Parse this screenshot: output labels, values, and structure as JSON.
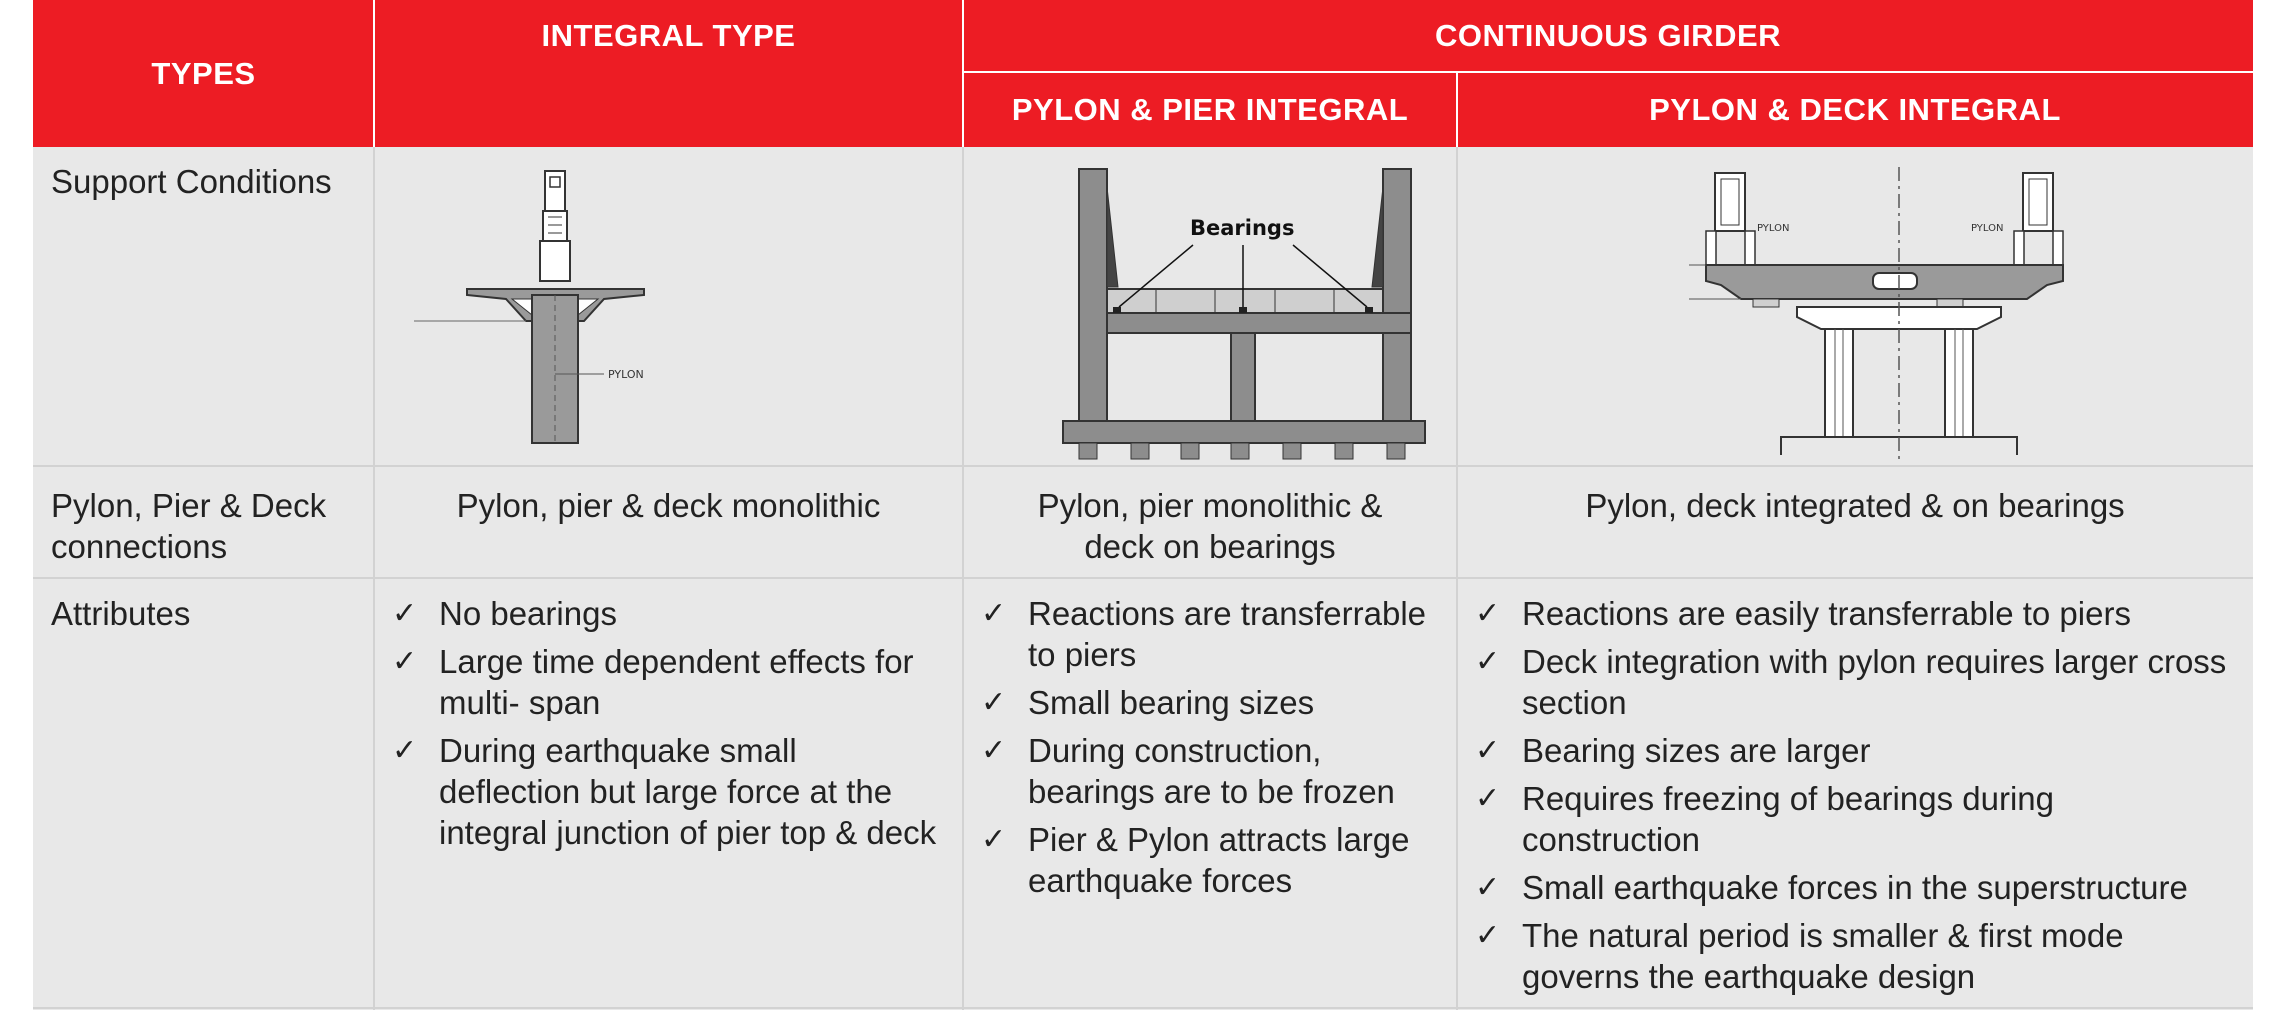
{
  "header": {
    "types": "TYPES",
    "integral_type": "INTEGRAL TYPE",
    "continuous_girder": "CONTINUOUS GIRDER",
    "pylon_pier_integral": "PYLON & PIER INTEGRAL",
    "pylon_deck_integral": "PYLON & DECK INTEGRAL"
  },
  "rows": {
    "support": {
      "label": "Support Conditions",
      "diagram_integral": {
        "pylon_label": "PYLON"
      },
      "diagram_pier": {
        "bearings_label": "Bearings"
      },
      "diagram_deck": {
        "pylon_label_left": "PYLON",
        "pylon_label_right": "PYLON"
      }
    },
    "connections": {
      "label": "Pylon, Pier & Deck connections",
      "integral": "Pylon, pier & deck monolithic",
      "pier_integral": "Pylon, pier monolithic & deck on bearings",
      "deck_integral": "Pylon, deck integrated & on bearings"
    },
    "attributes": {
      "label": "Attributes",
      "tick": "✓",
      "integral": [
        "No bearings",
        "Large time dependent effects for multi- span",
        "During earthquake small deflection but large force at the integral junction of pier top & deck"
      ],
      "pier_integral": [
        "Reactions are transferrable to piers",
        "Small bearing sizes",
        "During construction, bearings are to be frozen",
        "Pier & Pylon attracts large earthquake forces"
      ],
      "deck_integral": [
        "Reactions are easily transferrable to piers",
        "Deck integration with pylon requires larger cross section",
        "Bearing sizes are larger",
        "Requires freezing of bearings during construction",
        "Small earthquake forces in the superstructure",
        "The natural period is smaller & first mode governs the earthquake design"
      ]
    }
  },
  "colors": {
    "header_bg": "#ED1C24",
    "header_text": "#FFFFFF",
    "body_bg": "#E8E8E8",
    "grid": "#D2D2D2"
  }
}
